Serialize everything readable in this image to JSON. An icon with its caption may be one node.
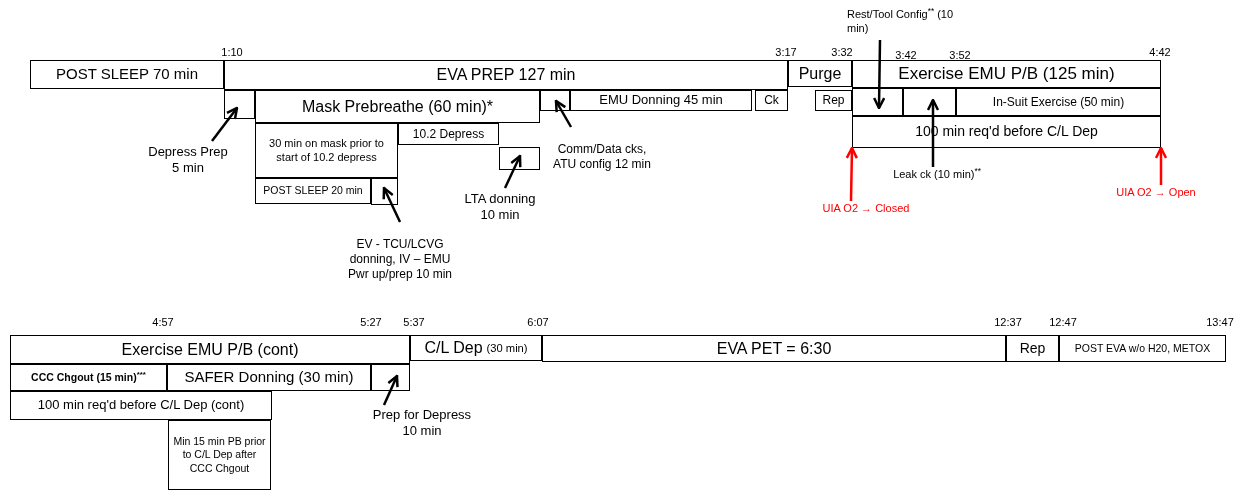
{
  "diagram": {
    "nodes": [
      {
        "text": [
          "POST SLEEP 70 min"
        ]
      },
      {
        "text": [
          "EVA PREP 127 min"
        ]
      },
      {
        "text": [
          "Purge"
        ]
      },
      {
        "text": [
          "Exercise EMU P/B (125 min)"
        ]
      },
      {
        "text": [],
        "shape": "box"
      },
      {
        "text": [
          "Mask Prebreathe (60 min)*"
        ]
      },
      {
        "text": [],
        "shape": "box"
      },
      {
        "text": [
          "EMU Donning 45 min"
        ]
      },
      {
        "text": [
          "Ck"
        ]
      },
      {
        "text": [
          "Rep"
        ]
      },
      {
        "text": [],
        "shape": "box"
      },
      {
        "text": [],
        "shape": "box"
      },
      {
        "text": [
          "In-Suit  Exercise (50 min)"
        ]
      },
      {
        "text": [
          "100 min req'd before C/L Dep"
        ]
      },
      {
        "text": [
          "30 min on mask prior to start of 10.2 depress"
        ]
      },
      {
        "text": [
          "10.2 Depress"
        ]
      },
      {
        "text": [],
        "shape": "box"
      },
      {
        "text": [
          "POST SLEEP 20 min"
        ]
      },
      {
        "text": [],
        "shape": "box"
      },
      {
        "text": [
          "Depress Prep 5 min"
        ]
      },
      {
        "text": [
          "EV - TCU/LCVG donning, IV – EMU Pwr up/prep 10 min"
        ]
      },
      {
        "text": [
          "LTA donning 10 min"
        ]
      },
      {
        "text": [
          "Comm/Data cks, ATU config 12 min"
        ]
      },
      {
        "text": [
          "Rest/Tool Config$^{**}$ (10 min)"
        ]
      },
      {
        "text": [
          "Leak ck (10 min)$^{**}$"
        ]
      },
      {
        "text": [
          "UIA O2 → Closed"
        ]
      },
      {
        "text": [
          "UIA O2 → Open"
        ]
      },
      {
        "text": [
          "Exercise EMU P/B (cont)"
        ]
      },
      {
        "text": [
          "C/L Dep",
          "(30 min)"
        ]
      },
      {
        "text": [
          "EVA PET = 6:30"
        ]
      },
      {
        "text": [
          "Rep"
        ]
      },
      {
        "text": [
          "POST EVA w/o H20, METOX"
        ]
      },
      {
        "text": [
          "CCC Chgout (15 min)$^{***}$"
        ]
      },
      {
        "text": [
          "SAFER Donning (30 min)"
        ]
      },
      {
        "text": [],
        "shape": "box"
      },
      {
        "text": [
          "100 min req'd before C/L Dep (cont)"
        ]
      },
      {
        "text": [
          "Min 15 min PB prior to C/L Dep after CCC Chgout"
        ]
      },
      {
        "text": [
          "Prep for Depress 10 min"
        ]
      }
    ],
    "edges": [
      {
        "from": 19,
        "to": 4,
        "arrow": "to"
      },
      {
        "from": 20,
        "to": 18,
        "arrow": "to"
      },
      {
        "from": 21,
        "to": 16,
        "arrow": "to"
      },
      {
        "from": 22,
        "to": 6,
        "arrow": "to"
      },
      {
        "from": 23,
        "to": 10,
        "arrow": "to"
      },
      {
        "from": 24,
        "to": 11,
        "arrow": "to"
      },
      {
        "from": 25,
        "to": 13,
        "arrow": "to",
        "color": "#ff0000"
      },
      {
        "from": 26,
        "to": 13,
        "arrow": "to",
        "color": "#ff0000"
      },
      {
        "from": 37,
        "to": 34,
        "arrow": "to"
      }
    ],
    "labels": [
      "1:10",
      "3:17",
      "3:32",
      "3:42",
      "3:52",
      "4:42",
      "4:57",
      "5:27",
      "5:37",
      "6:07",
      "12:37",
      "12:47",
      "13:47"
    ]
  }
}
